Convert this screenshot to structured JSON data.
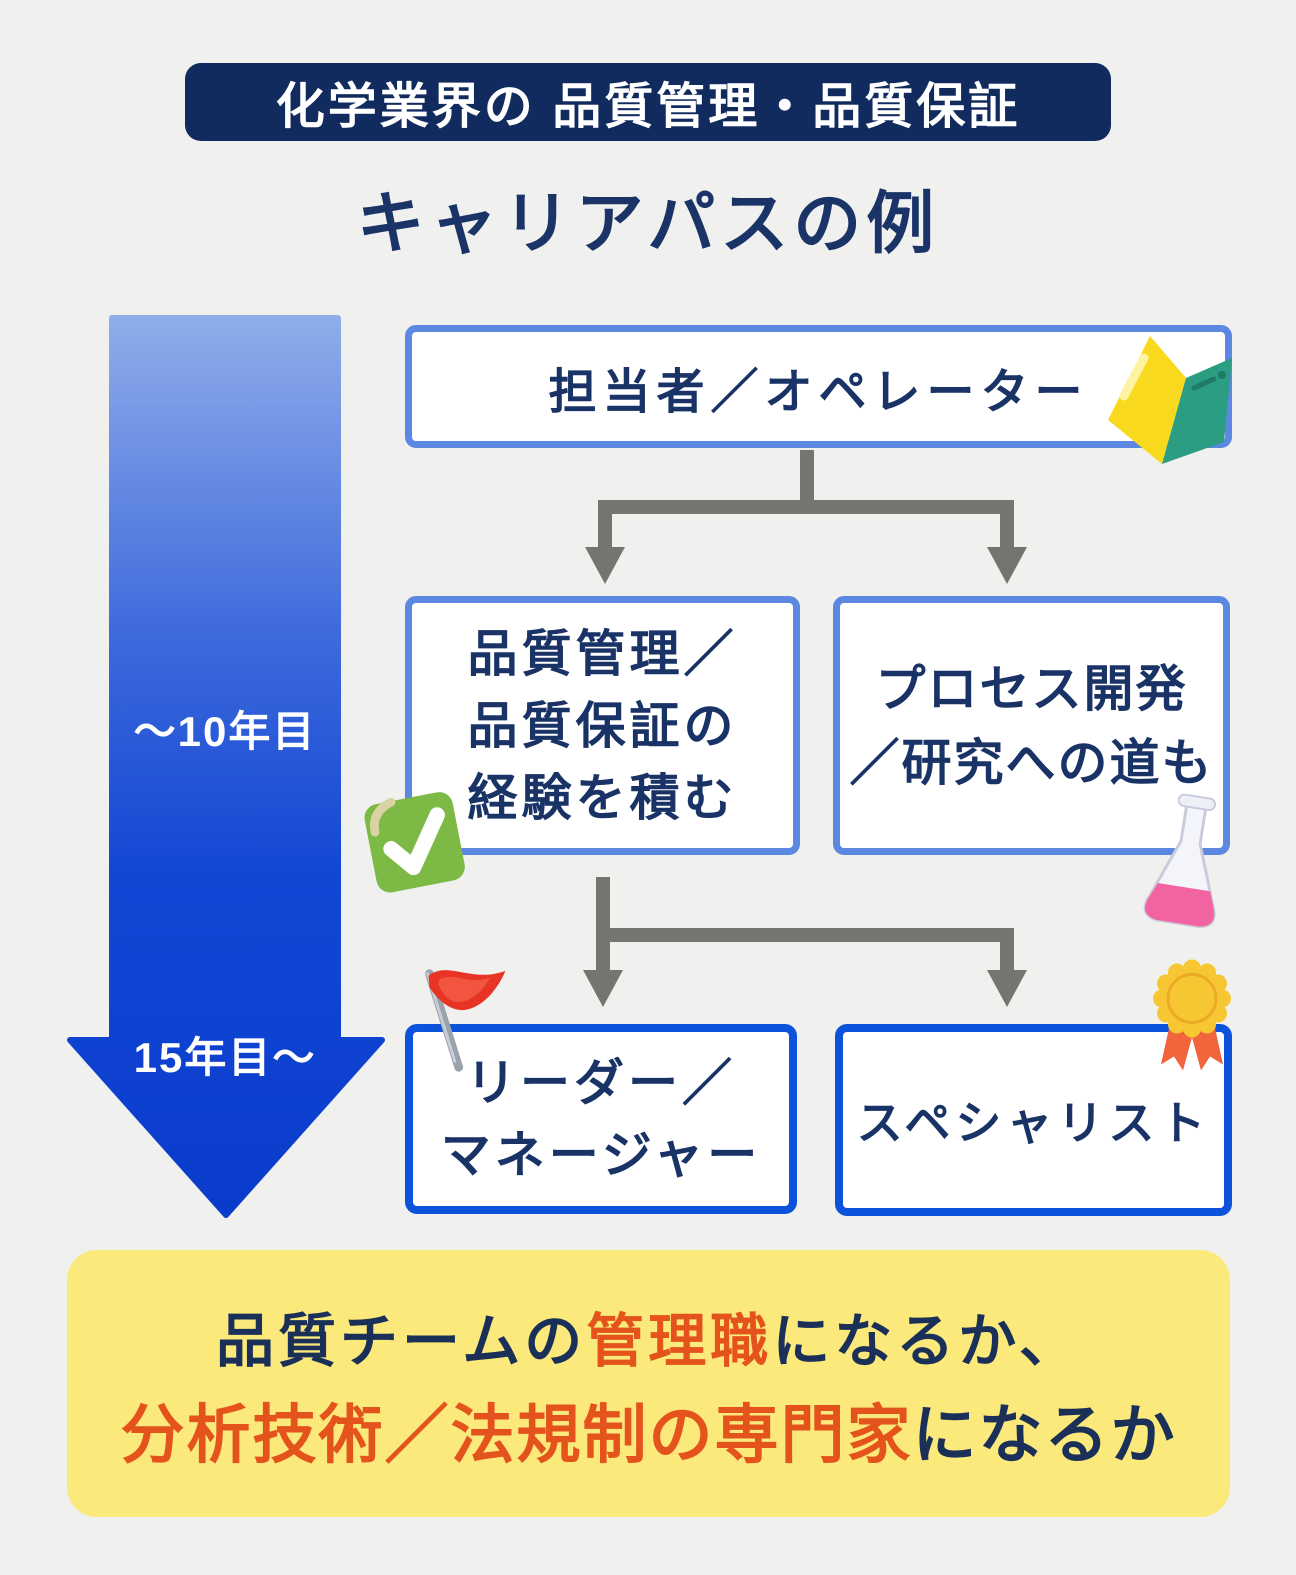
{
  "header": {
    "badge": "化学業界の 品質管理・品質保証",
    "title": "キャリアパスの例"
  },
  "timeline": {
    "top_label": "～10年目",
    "bottom_label": "15年目～"
  },
  "flow": {
    "level1": {
      "label": "担当者／オペレーター",
      "icon": "open-book"
    },
    "level2_left": {
      "line1": "品質管理／",
      "line2": "品質保証の",
      "line3": "経験を積む",
      "icon": "check-mark"
    },
    "level2_right": {
      "line1": "プロセス開発",
      "line2": "／研究への道も",
      "icon": "erlenmeyer-flask"
    },
    "level3_left": {
      "line1": "リーダー／",
      "line2": "マネージャー",
      "icon": "red-flag"
    },
    "level3_right": {
      "label": "スペシャリスト",
      "icon": "award-medal"
    }
  },
  "bottom_note": {
    "line1_part1": "品質チームの",
    "line1_part2": "管理職",
    "line1_part3": "になるか、",
    "line2_part1": "分析技術／法規制の専門家",
    "line2_part2": "になるか"
  },
  "colors": {
    "background": "#f0f0ee",
    "badge_bg": "#122b5e",
    "navy_text": "#1b3059",
    "accent_orange": "#e5531d",
    "box_border_light": "#5d88e1",
    "box_border_strong": "#0c52da",
    "connector_gray": "#757570",
    "arrow_gradient_top": "#8fadea",
    "arrow_gradient_bottom": "#0a3ccc",
    "note_bg": "#fbe97b"
  }
}
